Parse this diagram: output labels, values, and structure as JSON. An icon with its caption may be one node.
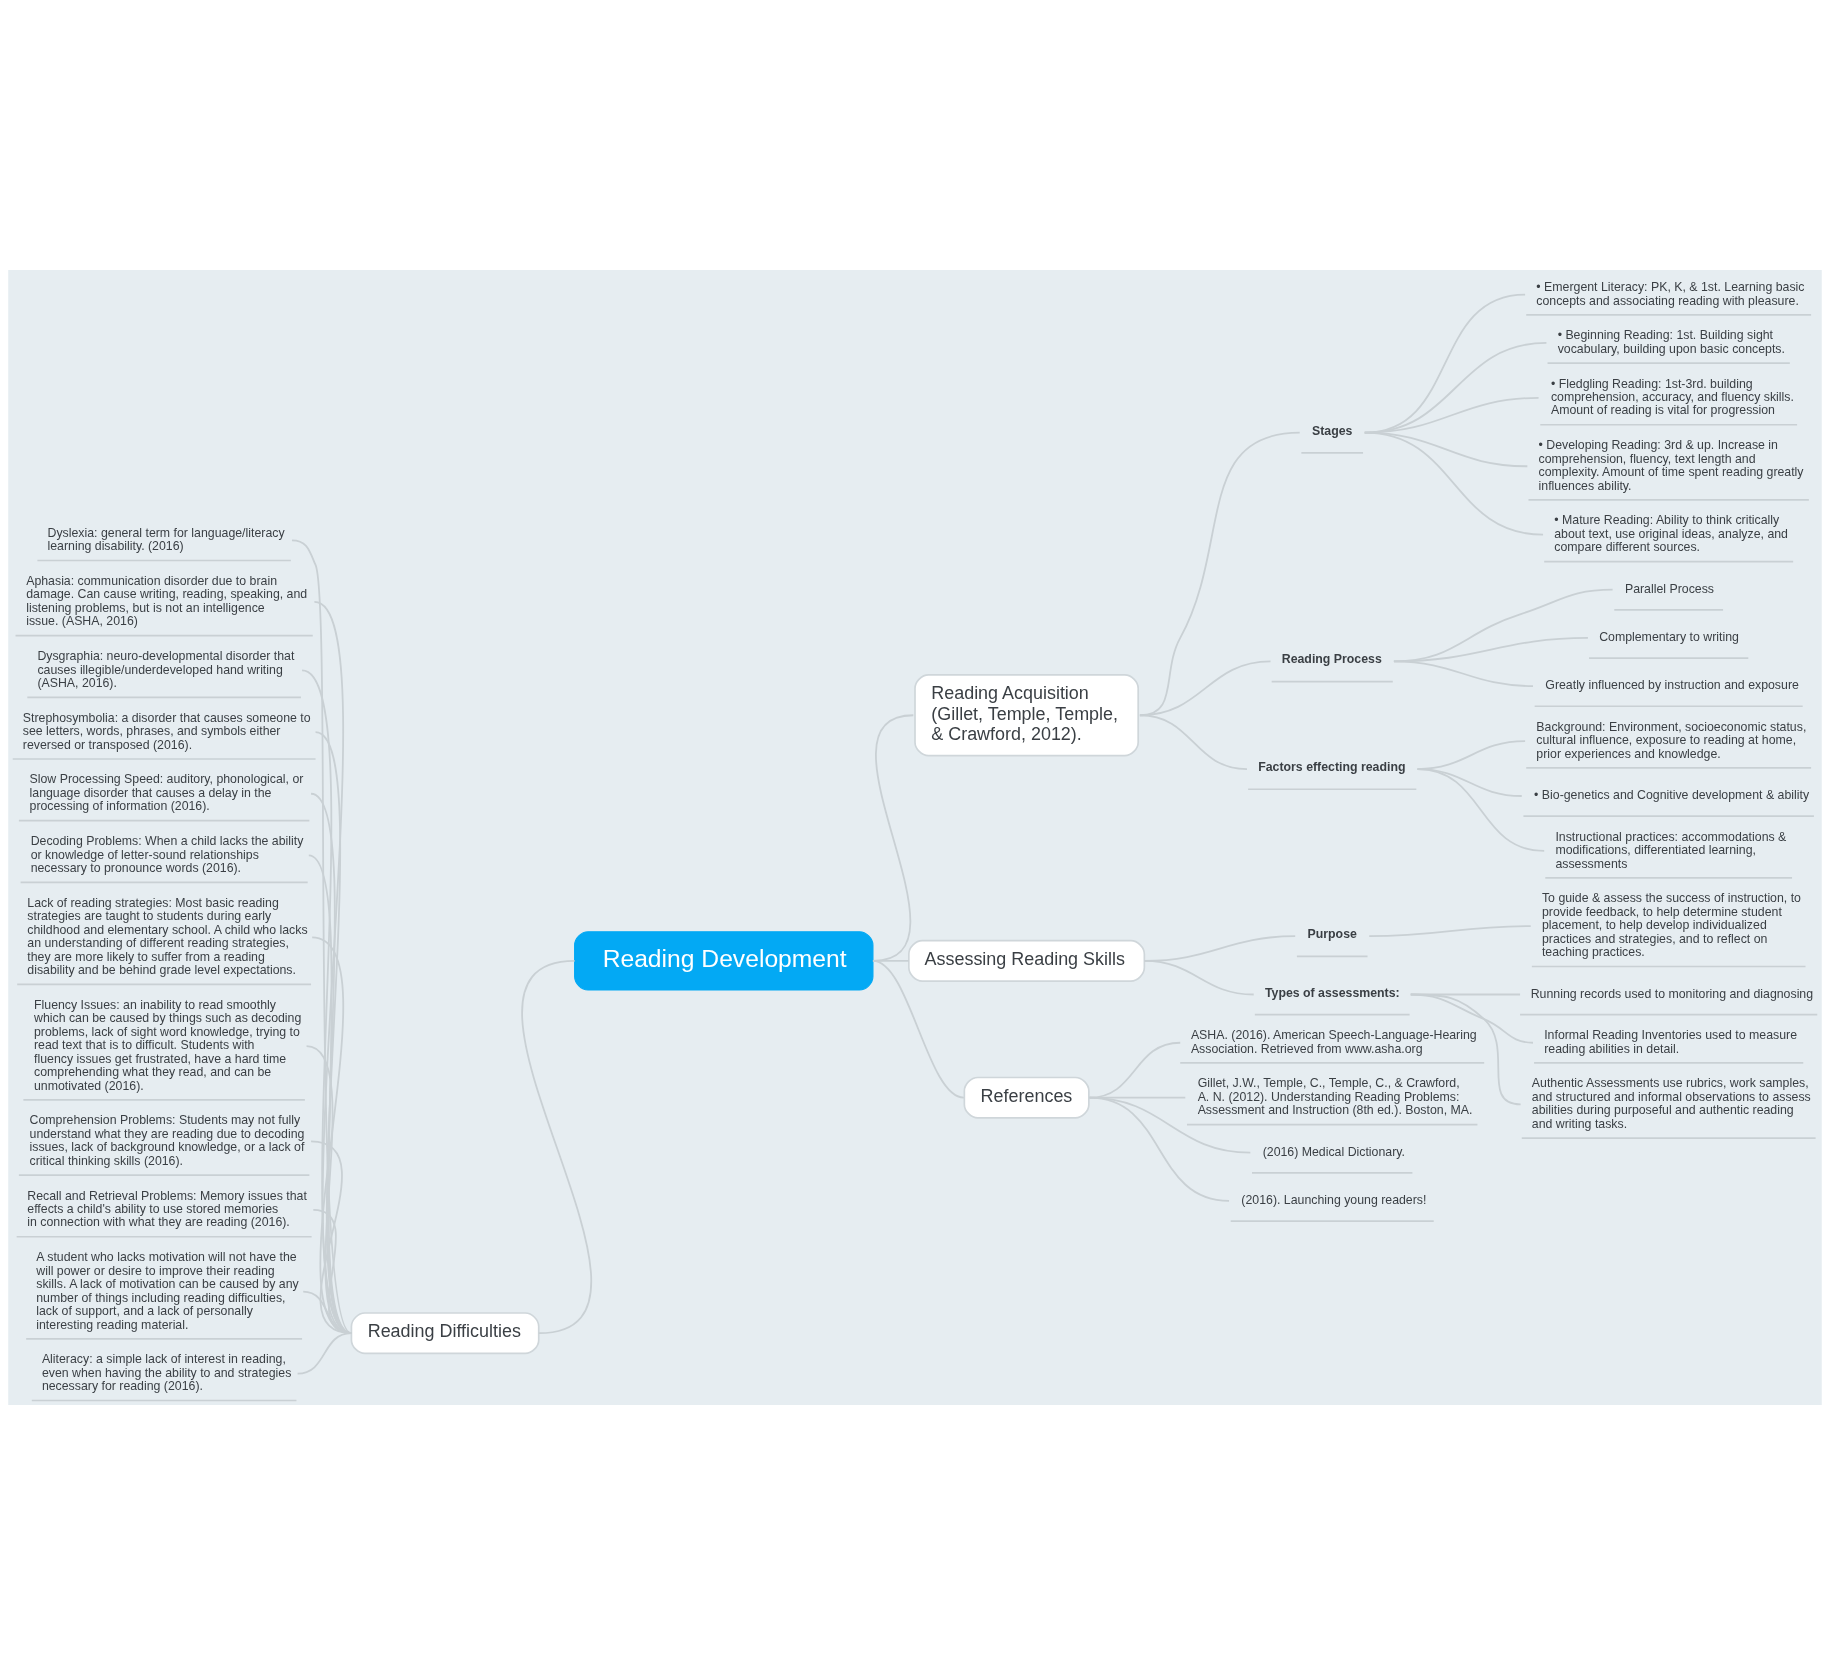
{
  "diagram": {
    "nodes": [
      {
        "text": [
          "Reading Development"
        ]
      },
      {
        "text": [
          "Reading Acquisition (Gillet, Temple, Temple, & Crawford, 2012)."
        ]
      },
      {
        "text": [
          "Stages"
        ]
      },
      {
        "text": [
          "• Emergent Literacy: PK, K, & 1st. Learning basic concepts and associating reading with pleasure."
        ]
      },
      {
        "text": [
          "• Beginning Reading: 1st. Building sight vocabulary, building upon basic concepts."
        ]
      },
      {
        "text": [
          "• Fledgling Reading: 1st-3rd. building comprehension, accuracy, and fluency skills. Amount of reading is vital for progression"
        ]
      },
      {
        "text": [
          "• Developing Reading: 3rd & up. Increase in comprehension, fluency, text length and complexity. Amount of time spent reading greatly influences ability."
        ]
      },
      {
        "text": [
          "• Mature Reading: Ability to think critically about text, use original ideas, analyze, and compare different sources."
        ]
      },
      {
        "text": [
          "Reading Process"
        ]
      },
      {
        "text": [
          "Parallel Process"
        ]
      },
      {
        "text": [
          "Complementary to writing"
        ]
      },
      {
        "text": [
          "Greatly influenced by instruction and exposure"
        ]
      },
      {
        "text": [
          "Factors effecting reading"
        ]
      },
      {
        "text": [
          "Background: Environment, socioeconomic status, cultural influence, exposure to reading at home, prior experiences and knowledge."
        ]
      },
      {
        "text": [
          "• Bio-genetics and Cognitive development & ability"
        ]
      },
      {
        "text": [
          "Instructional practices: accommodations & modifications, differentiated learning, assessments"
        ]
      },
      {
        "text": [
          "Assessing Reading Skills"
        ]
      },
      {
        "text": [
          "Purpose"
        ]
      },
      {
        "text": [
          "To guide & assess the success of instruction, to provide feedback, to help determine student placement, to help develop individualized practices and strategies, and to reflect on teaching practices."
        ]
      },
      {
        "text": [
          "Types of assessments:"
        ]
      },
      {
        "text": [
          "Running records used to monitoring and diagnosing"
        ]
      },
      {
        "text": [
          "Informal Reading Inventories used to measure reading abilities in detail."
        ]
      },
      {
        "text": [
          "Authentic Assessments use rubrics, work samples, and structured and informal observations to assess abilities during purposeful and authentic reading and writing tasks."
        ]
      },
      {
        "text": [
          "References"
        ]
      },
      {
        "text": [
          "ASHA. (2016). American Speech-Language-Hearing Association. Retrieved from www.asha.org"
        ]
      },
      {
        "text": [
          "Gillet, J.W., Temple, C., Temple, C., & Crawford, A. N. (2012). Understanding Reading Problems: Assessment and Instruction (8th ed.). Boston, MA."
        ]
      },
      {
        "text": [
          "(2016) Medical Dictionary."
        ]
      },
      {
        "text": [
          "(2016). Launching young readers!"
        ]
      },
      {
        "text": [
          "Reading Difficulties"
        ]
      },
      {
        "text": [
          "Dyslexia: general term for language/literacy learning disability. (2016)"
        ]
      },
      {
        "text": [
          "Aphasia: communication disorder due to brain damage. Can cause writing, reading, speaking, and listening problems, but is not an intelligence issue. (ASHA, 2016)"
        ]
      },
      {
        "text": [
          "Dysgraphia: neuro-developmental disorder that causes illegible/underdeveloped hand writing (ASHA, 2016)."
        ]
      },
      {
        "text": [
          "Strephosymbolia: a disorder that causes someone to see letters, words, phrases, and symbols either reversed or transposed (2016)."
        ]
      },
      {
        "text": [
          "Slow Processing Speed: auditory, phonological, or language disorder that causes a delay in the processing of information (2016)."
        ]
      },
      {
        "text": [
          "Decoding Problems: When a child lacks the ability or knowledge of letter-sound relationships necessary to pronounce words (2016)."
        ]
      },
      {
        "text": [
          "Lack of reading strategies: Most basic reading strategies are taught to students during early childhood and elementary school. A child who lacks an understanding of different reading strategies, they are more likely to suffer from a reading disability and be behind grade level expectations."
        ]
      },
      {
        "text": [
          "Fluency Issues: an inability to read smoothly which can be caused by things such as decoding problems, lack of sight word knowledge, trying to read text that is to difficult. Students with fluency issues get frustrated, have a hard time comprehending what they read, and can be unmotivated (2016)."
        ]
      },
      {
        "text": [
          "Comprehension Problems: Students may not fully understand what they are reading due to decoding issues, lack of background knowledge, or a lack of critical thinking skills (2016)."
        ]
      },
      {
        "text": [
          "Recall and Retrieval Problems: Memory issues that effects a child's ability to use stored memories in connection with what they are reading (2016)."
        ]
      },
      {
        "text": [
          "A student who lacks motivation will not have the will power or desire to improve their reading skills. A lack of motivation can be caused by any number of things including reading difficulties, lack of support, and a lack of personally interesting reading material."
        ]
      },
      {
        "text": [
          "Aliteracy: a simple lack of interest in reading, even when having the ability to and strategies necessary for reading (2016)."
        ]
      }
    ],
    "edges": [
      {
        "from": 0,
        "to": 1,
        "arrow": "none"
      },
      {
        "from": 1,
        "to": 2,
        "arrow": "none"
      },
      {
        "from": 2,
        "to": 3,
        "arrow": "none"
      },
      {
        "from": 2,
        "to": 4,
        "arrow": "none"
      },
      {
        "from": 2,
        "to": 5,
        "arrow": "none"
      },
      {
        "from": 2,
        "to": 6,
        "arrow": "none"
      },
      {
        "from": 2,
        "to": 7,
        "arrow": "none"
      },
      {
        "from": 1,
        "to": 8,
        "arrow": "none"
      },
      {
        "from": 8,
        "to": 9,
        "arrow": "none"
      },
      {
        "from": 8,
        "to": 10,
        "arrow": "none"
      },
      {
        "from": 8,
        "to": 11,
        "arrow": "none"
      },
      {
        "from": 1,
        "to": 12,
        "arrow": "none"
      },
      {
        "from": 12,
        "to": 13,
        "arrow": "none"
      },
      {
        "from": 12,
        "to": 14,
        "arrow": "none"
      },
      {
        "from": 12,
        "to": 15,
        "arrow": "none"
      },
      {
        "from": 0,
        "to": 16,
        "arrow": "none"
      },
      {
        "from": 16,
        "to": 17,
        "arrow": "none"
      },
      {
        "from": 17,
        "to": 18,
        "arrow": "none"
      },
      {
        "from": 16,
        "to": 19,
        "arrow": "none"
      },
      {
        "from": 19,
        "to": 20,
        "arrow": "none"
      },
      {
        "from": 19,
        "to": 21,
        "arrow": "none"
      },
      {
        "from": 19,
        "to": 22,
        "arrow": "none"
      },
      {
        "from": 0,
        "to": 23,
        "arrow": "none"
      },
      {
        "from": 23,
        "to": 24,
        "arrow": "none"
      },
      {
        "from": 23,
        "to": 25,
        "arrow": "none"
      },
      {
        "from": 23,
        "to": 26,
        "arrow": "none"
      },
      {
        "from": 23,
        "to": 27,
        "arrow": "none"
      },
      {
        "from": 0,
        "to": 28,
        "arrow": "none"
      },
      {
        "from": 28,
        "to": 29,
        "arrow": "none"
      },
      {
        "from": 28,
        "to": 30,
        "arrow": "none"
      },
      {
        "from": 28,
        "to": 31,
        "arrow": "none"
      },
      {
        "from": 28,
        "to": 32,
        "arrow": "none"
      },
      {
        "from": 28,
        "to": 33,
        "arrow": "none"
      },
      {
        "from": 28,
        "to": 34,
        "arrow": "none"
      },
      {
        "from": 28,
        "to": 35,
        "arrow": "none"
      },
      {
        "from": 28,
        "to": 36,
        "arrow": "none"
      },
      {
        "from": 28,
        "to": 37,
        "arrow": "none"
      },
      {
        "from": 28,
        "to": 38,
        "arrow": "none"
      },
      {
        "from": 28,
        "to": 39,
        "arrow": "none"
      },
      {
        "from": 28,
        "to": 40,
        "arrow": "none"
      }
    ]
  }
}
